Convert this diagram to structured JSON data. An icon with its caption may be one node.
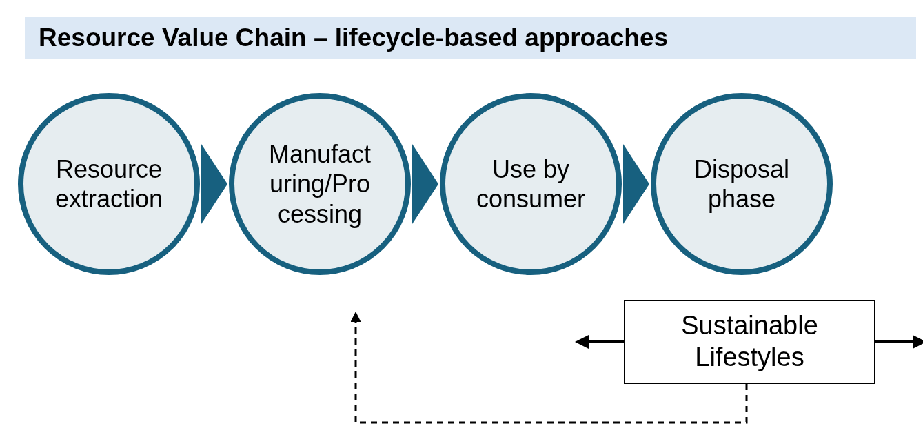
{
  "diagram": {
    "title": "Resource Value Chain – lifecycle-based approaches",
    "nodes": [
      {
        "text": [
          "Resource extraction"
        ]
      },
      {
        "text": [
          "Manufacturing/Processing"
        ]
      },
      {
        "text": [
          "Use by consumer"
        ]
      },
      {
        "text": [
          "Disposal phase"
        ]
      },
      {
        "text": [
          "Sustainable Lifestyles"
        ]
      }
    ],
    "edges": [
      {
        "from": 0,
        "to": 1,
        "arrow": "to"
      },
      {
        "from": 1,
        "to": 2,
        "arrow": "to"
      },
      {
        "from": 2,
        "to": 3,
        "arrow": "to"
      },
      {
        "from": 4,
        "to": null,
        "arrow": "to"
      },
      {
        "from": 4,
        "to": null,
        "arrow": "to"
      },
      {
        "from": 4,
        "to": null,
        "arrow": "to",
        "style": "dashed"
      }
    ]
  }
}
